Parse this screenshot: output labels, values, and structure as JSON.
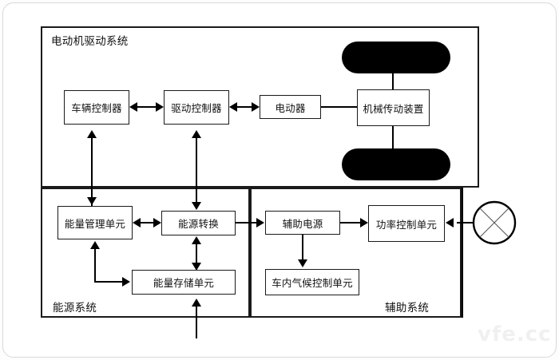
{
  "diagram": {
    "title_hidden": "",
    "watermark": "vfe.cc",
    "groups": {
      "drive_system": {
        "label": "电动机驱动系统"
      },
      "energy_system": {
        "label": "能源系统"
      },
      "auxiliary_system": {
        "label": "辅助系统"
      }
    },
    "nodes": {
      "vehicle_controller": {
        "label": "车辆控制器"
      },
      "drive_controller": {
        "label": "驱动控制器"
      },
      "motor": {
        "label": "电动器"
      },
      "mechanical_transmission": {
        "label": "机械传动装置"
      },
      "energy_management_unit": {
        "label": "能量管理单元"
      },
      "energy_conversion": {
        "label": "能源转换"
      },
      "energy_storage_unit": {
        "label": "能量存储单元"
      },
      "auxiliary_power_supply": {
        "label": "辅助电源"
      },
      "power_control_unit": {
        "label": "功率控制单元"
      },
      "cabin_climate_control_unit": {
        "label": "车内气候控制单元"
      }
    },
    "symbols": {
      "steering_wheel": {
        "name": "steering-wheel-symbol"
      },
      "wheel_top": {
        "name": "wheel-top"
      },
      "wheel_bottom": {
        "name": "wheel-bottom"
      }
    },
    "colors": {
      "line": "#000000",
      "node_border": "#1a1a1a",
      "wheel_fill": "#000000",
      "frame": "#d8d8d8",
      "watermark": "#f0f0f0"
    }
  }
}
